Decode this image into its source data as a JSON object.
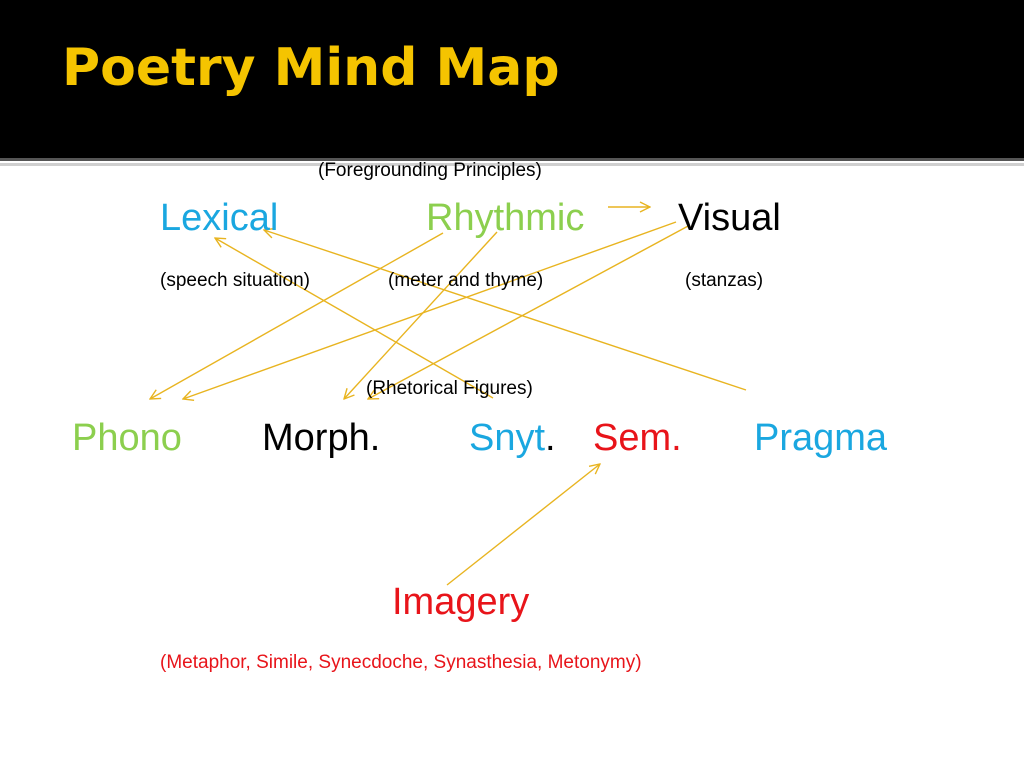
{
  "slide": {
    "title": "Poetry Mind Map"
  },
  "top": {
    "foregrounding": "(Foregrounding Principles)",
    "lexical": "Lexical",
    "rhythmic": "Rhythmic",
    "visual": "Visual",
    "speech_situation": "(speech situation)",
    "meter": "(meter and thyme)",
    "stanzas": "(stanzas)"
  },
  "middle": {
    "rhetorical": "(Rhetorical Figures)",
    "phono": "Phono",
    "morph": "Morph.",
    "snyt": "Snyt",
    "snyt_dot": ".",
    "sem": "Sem.",
    "pragma": "Pragma"
  },
  "bottom": {
    "imagery": "Imagery",
    "examples": "(Metaphor, Simile, Synecdoche, Synasthesia, Metonymy)"
  },
  "colors": {
    "title": "#f5c400",
    "blue": "#1aa7e0",
    "green": "#8ccf4e",
    "red": "#e8141a",
    "black": "#000000",
    "arrow": "#e8b420"
  }
}
